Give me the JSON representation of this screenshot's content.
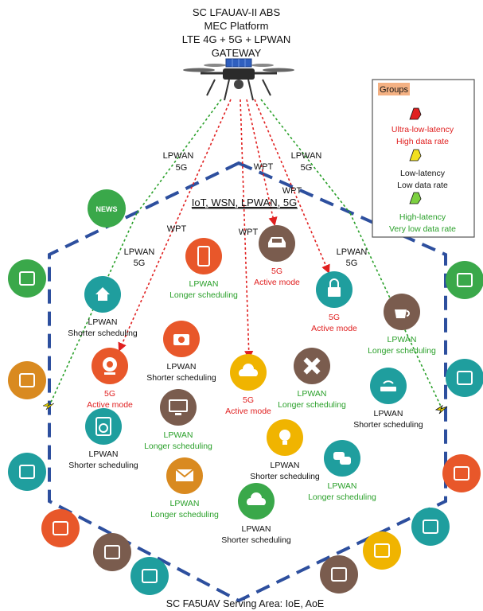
{
  "header": {
    "line1": "SC LFAUAV-II ABS",
    "line2": "MEC Platform",
    "line3": "LTE 4G + 5G + LPWAN",
    "line4": "GATEWAY"
  },
  "footer": "SC FA5UAV Serving Area: IoE, AoE",
  "center_label": "IoT, WSN, LPWAN, 5G",
  "link_labels": [
    {
      "l1": "LPWAN",
      "l2": "5G"
    },
    {
      "l1": "LPWAN",
      "l2": "5G"
    },
    {
      "l1": "LPWAN",
      "l2": "5G"
    },
    {
      "l1": "LPWAN",
      "l2": "5G"
    },
    {
      "l1": "WPT"
    },
    {
      "l1": "WPT"
    },
    {
      "l1": "WPT"
    },
    {
      "l1": "WPT"
    }
  ],
  "legend": {
    "title": "Groups",
    "items": [
      {
        "l1": "Ultra-low-latency",
        "l2": "High data rate",
        "color": "#e02020"
      },
      {
        "l1": "Low-latency",
        "l2": "Low data rate",
        "color": "#111111"
      },
      {
        "l1": "High-latency",
        "l2": "Very low data rate",
        "color": "#2aa02a"
      }
    ]
  },
  "devices": [
    {
      "icon": "home-icon",
      "color": "#1f9e9e",
      "l1": "LPWAN",
      "l2": "Shorter scheduling",
      "lc": "#111111"
    },
    {
      "icon": "phone-icon",
      "color": "#e8572a",
      "l1": "LPWAN",
      "l2": "Longer scheduling",
      "lc": "#2aa02a"
    },
    {
      "icon": "car-icon",
      "color": "#7a5c4e",
      "l1": "5G",
      "l2": "Active mode",
      "lc": "#e02020"
    },
    {
      "icon": "lock-icon",
      "color": "#1f9e9e",
      "l1": "5G",
      "l2": "Active mode",
      "lc": "#e02020"
    },
    {
      "icon": "coffee-icon",
      "color": "#7a5c4e",
      "l1": "LPWAN",
      "l2": "Longer scheduling",
      "lc": "#2aa02a"
    },
    {
      "icon": "camera-icon",
      "color": "#e8572a",
      "l1": "LPWAN",
      "l2": "Shorter scheduling",
      "lc": "#111111"
    },
    {
      "icon": "webcam-icon",
      "color": "#e8572a",
      "l1": "5G",
      "l2": "Active mode",
      "lc": "#e02020"
    },
    {
      "icon": "cloud-upload-icon",
      "color": "#f0b400",
      "l1": "5G",
      "l2": "Active mode",
      "lc": "#e02020"
    },
    {
      "icon": "satellite-icon",
      "color": "#7a5c4e",
      "l1": "LPWAN",
      "l2": "Longer scheduling",
      "lc": "#2aa02a"
    },
    {
      "icon": "router-icon",
      "color": "#1f9e9e",
      "l1": "LPWAN",
      "l2": "Shorter scheduling",
      "lc": "#111111"
    },
    {
      "icon": "monitor-icon",
      "color": "#7a5c4e",
      "l1": "LPWAN",
      "l2": "Longer scheduling",
      "lc": "#2aa02a"
    },
    {
      "icon": "washing-machine-icon",
      "color": "#1f9e9e",
      "l1": "LPWAN",
      "l2": "Shorter scheduling",
      "lc": "#111111"
    },
    {
      "icon": "bulb-icon",
      "color": "#f0b400",
      "l1": "LPWAN",
      "l2": "Shorter scheduling",
      "lc": "#111111"
    },
    {
      "icon": "chat-icon",
      "color": "#1f9e9e",
      "l1": "LPWAN",
      "l2": "Longer scheduling",
      "lc": "#2aa02a"
    },
    {
      "icon": "mail-icon",
      "color": "#d98a20",
      "l1": "LPWAN",
      "l2": "Longer scheduling",
      "lc": "#2aa02a"
    },
    {
      "icon": "cloud-download-icon",
      "color": "#3aa84a",
      "l1": "LPWAN",
      "l2": "Shorter scheduling",
      "lc": "#111111"
    }
  ],
  "perimeter_icons": [
    {
      "name": "news-icon",
      "color": "#3aa84a",
      "text": "NEWS"
    },
    {
      "name": "gamepad-icon",
      "color": "#3aa84a"
    },
    {
      "name": "bank-icon",
      "color": "#d98a20"
    },
    {
      "name": "tablet-cart-icon",
      "color": "#1f9e9e"
    },
    {
      "name": "laptop-gear-icon",
      "color": "#e8572a"
    },
    {
      "name": "airplane-icon",
      "color": "#7a5c4e"
    },
    {
      "name": "touch-tablet-icon",
      "color": "#1f9e9e"
    },
    {
      "name": "desk-lamp-icon",
      "color": "#7a5c4e"
    },
    {
      "name": "rss-tablet-icon",
      "color": "#f0b400"
    },
    {
      "name": "shield-icon",
      "color": "#1f9e9e"
    },
    {
      "name": "laptop-cloud-icon",
      "color": "#e8572a"
    },
    {
      "name": "rss-icon",
      "color": "#1f9e9e"
    },
    {
      "name": "dish-antenna-icon",
      "color": "#3aa84a"
    }
  ],
  "colors": {
    "hexagon": "#2d4f9e",
    "link_red": "#e02020",
    "link_green": "#2aa02a",
    "legend_bg": "#f4b183"
  }
}
